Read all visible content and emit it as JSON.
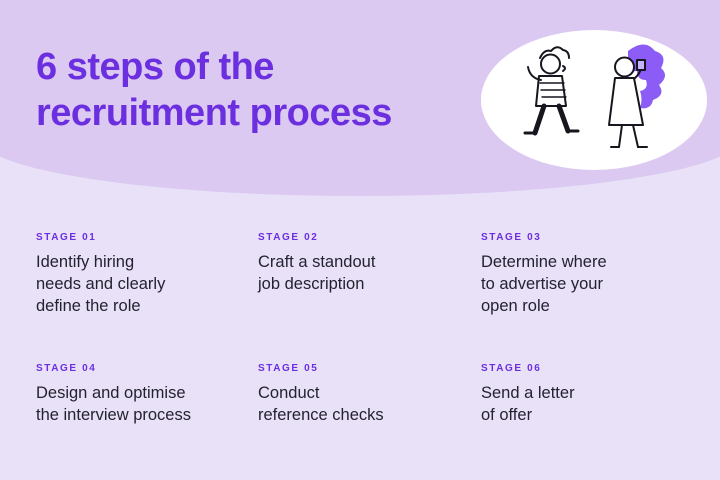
{
  "header": {
    "title": "6 steps of the\nrecruitment process"
  },
  "illustration": {
    "name": "two-people-talking-doodle"
  },
  "stages": [
    {
      "label": "STAGE 01",
      "text": "Identify hiring\nneeds and clearly\ndefine the role"
    },
    {
      "label": "STAGE 02",
      "text": "Craft a standout\njob description"
    },
    {
      "label": "STAGE 03",
      "text": "Determine where\nto advertise your\nopen role"
    },
    {
      "label": "STAGE 04",
      "text": "Design and optimise\nthe interview process"
    },
    {
      "label": "STAGE 05",
      "text": "Conduct\nreference checks"
    },
    {
      "label": "STAGE 06",
      "text": "Send a letter\nof offer"
    }
  ],
  "colors": {
    "header_bg": "#dbc9f1",
    "page_bg": "#e9e1f8",
    "accent_purple": "#6b2fe0",
    "text_dark": "#232330",
    "illustration_purple": "#8b5cf6"
  }
}
